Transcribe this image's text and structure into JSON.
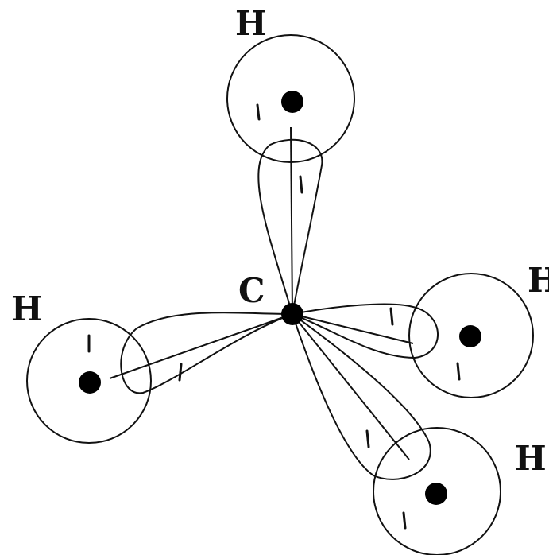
{
  "diagram": {
    "center_label": "C",
    "atoms": [
      {
        "id": "top",
        "label": "H"
      },
      {
        "id": "left",
        "label": "H"
      },
      {
        "id": "right",
        "label": "H"
      },
      {
        "id": "lower-right",
        "label": "H"
      }
    ],
    "colors": {
      "line": "#111111",
      "nucleus": "#000000",
      "background": "#ffffff"
    }
  }
}
